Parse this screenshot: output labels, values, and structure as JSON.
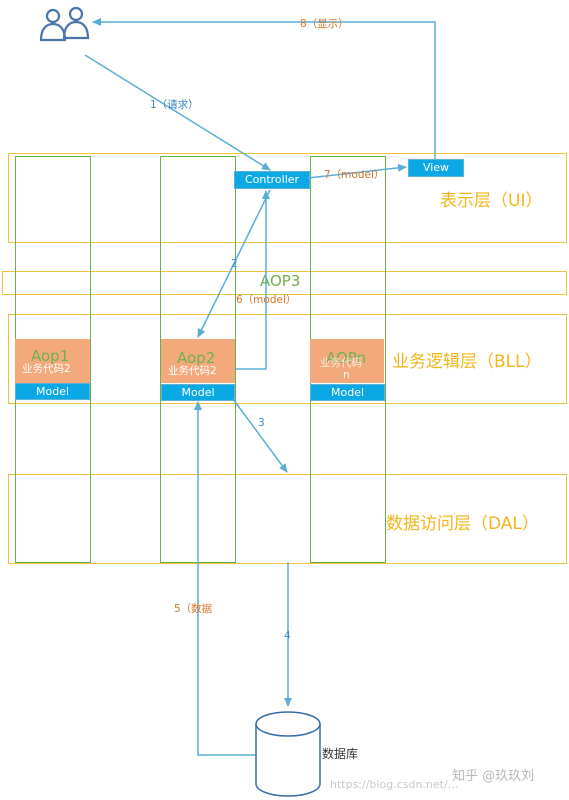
{
  "layers": {
    "ui": "表示层（UI）",
    "bll": "业务逻辑层（BLL）",
    "dal": "数据访问层（DAL）"
  },
  "aop3": "AOP3",
  "modules": [
    {
      "aop": "Aop1",
      "code": "业务代码2",
      "model": "Model"
    },
    {
      "aop": "Aop2",
      "code": "业务代码2",
      "model": "Model"
    },
    {
      "aop": "AOPn",
      "code": "业务代码",
      "code2": "n",
      "model": "Model"
    }
  ],
  "controller": "Controller",
  "view": "View",
  "database": "数据库",
  "arrows": {
    "a1": "1（请求）",
    "a2": "2",
    "a3": "3",
    "a4": "4",
    "a5": "5（数据",
    "a6": "6（model）",
    "a7": "7（model）",
    "a8": "8（显示）"
  },
  "watermark": {
    "brand": "知乎 @玖玖刘",
    "url": "https://blog.csdn.net/…"
  },
  "colors": {
    "layer_border": "#f2c23a",
    "column_border": "#66b34a",
    "blue_box": "#0aa9e6",
    "orange_block": "#f3a97c",
    "arrow": "#5aaed6"
  }
}
